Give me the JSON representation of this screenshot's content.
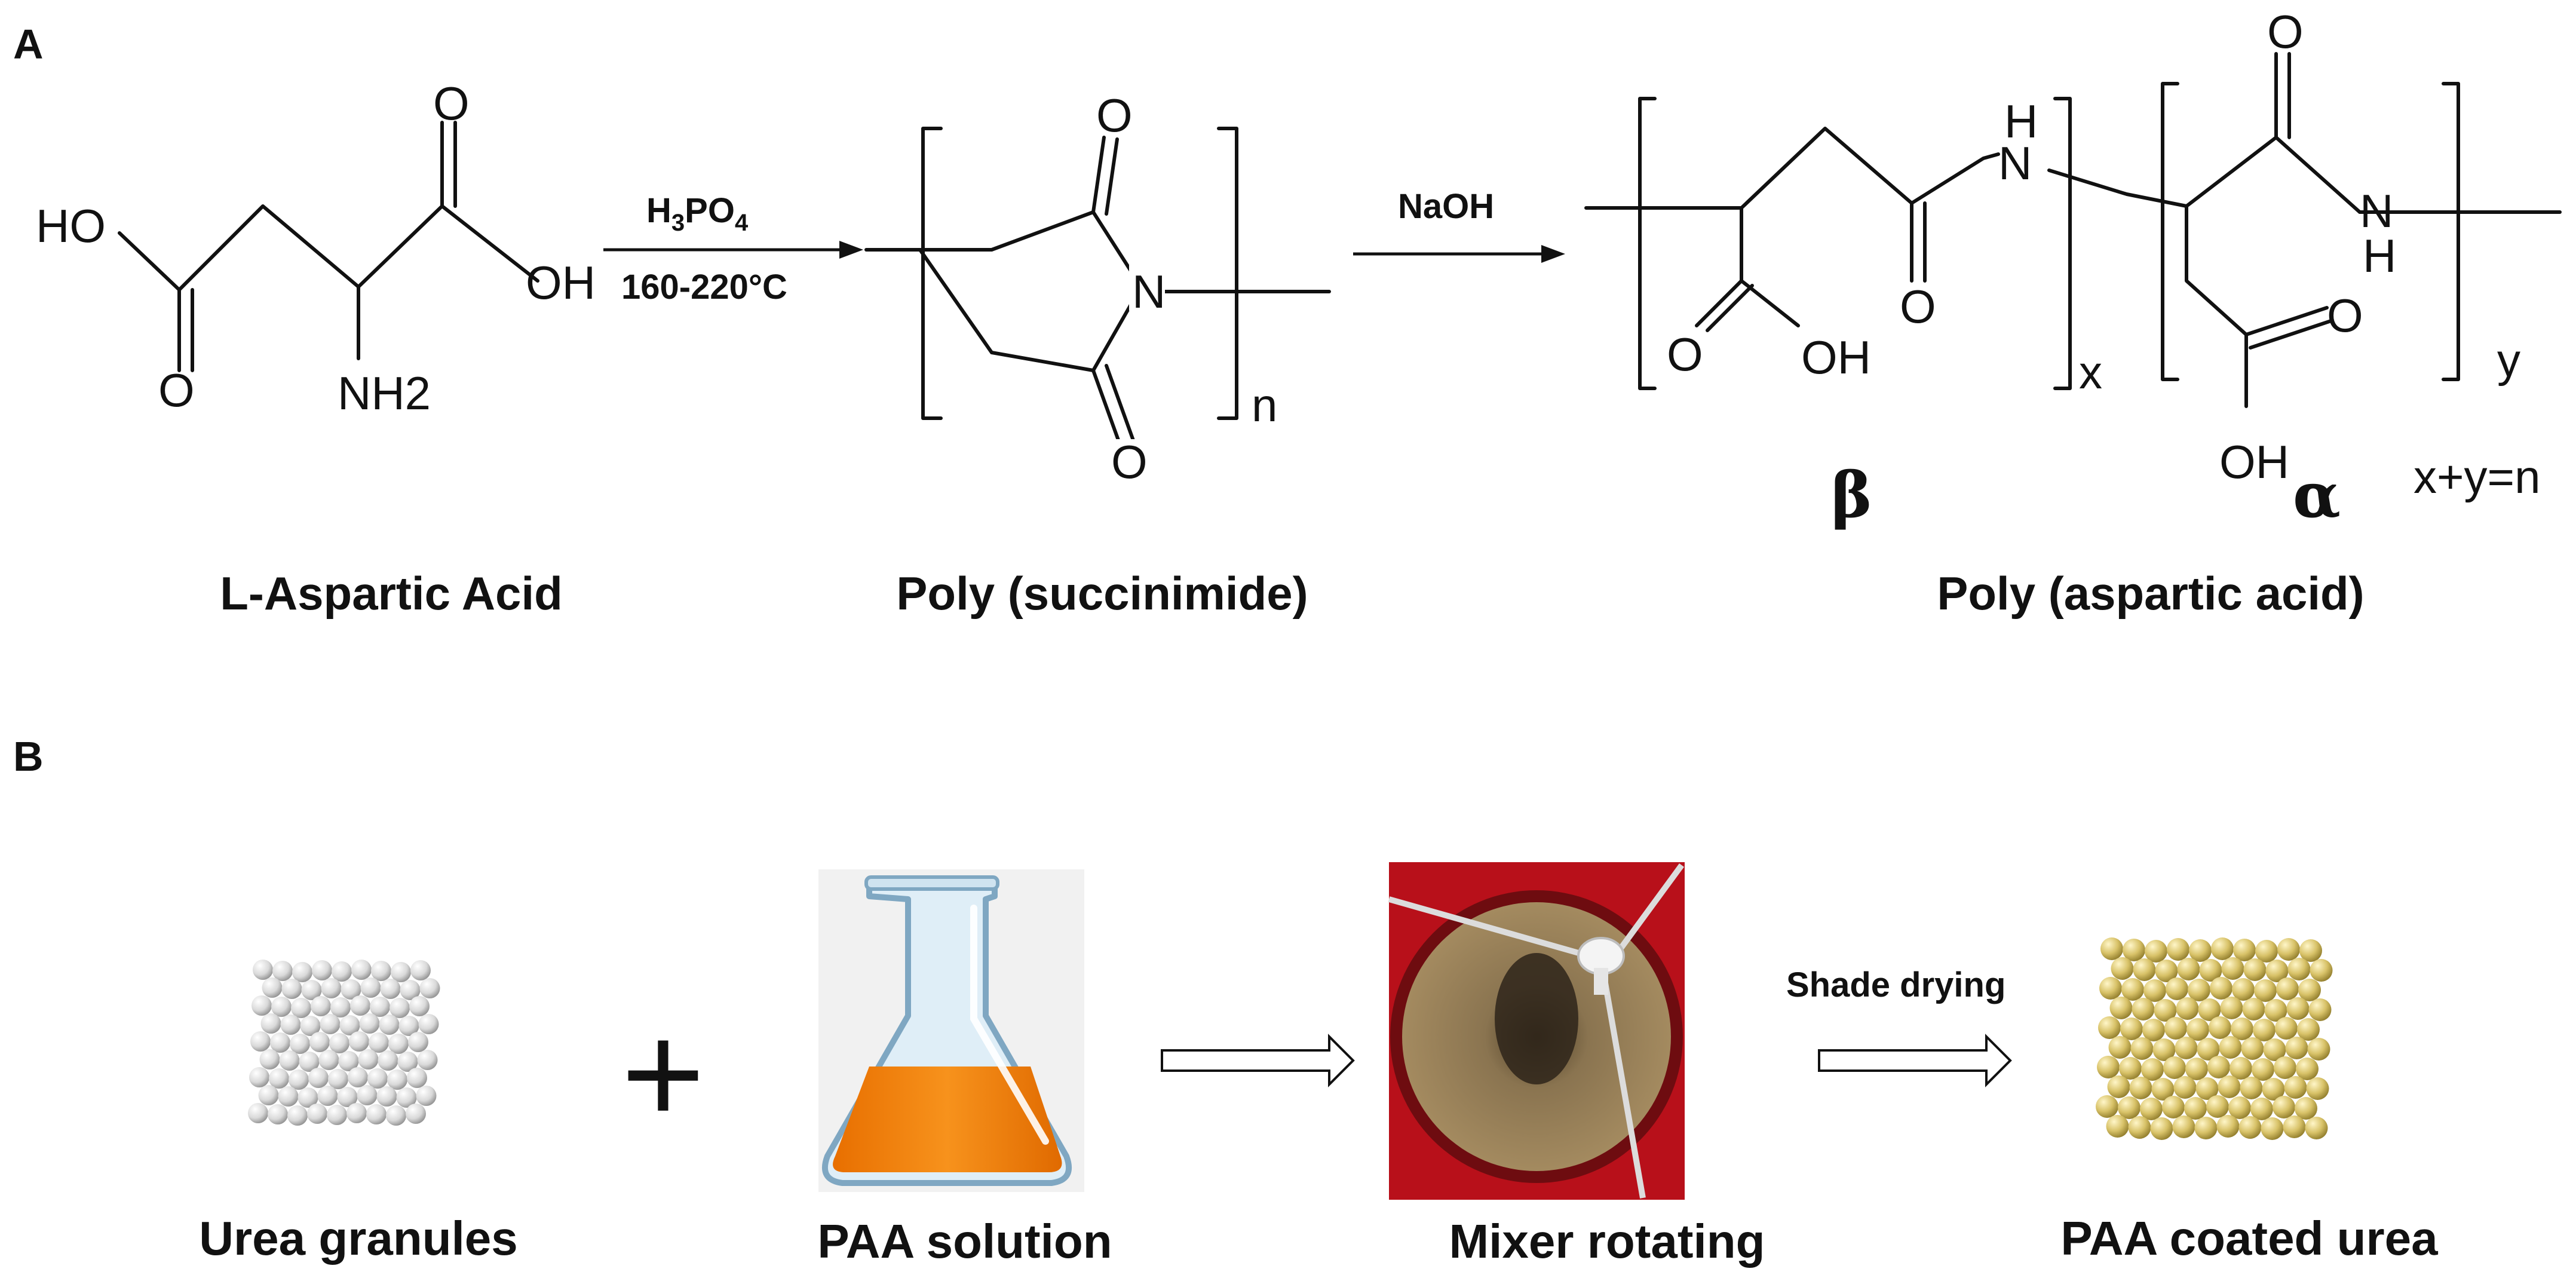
{
  "panels": {
    "a": "A",
    "b": "B"
  },
  "reaction": {
    "step1": {
      "reagent": "H3PO4",
      "conditions": "160-220°C"
    },
    "step2": {
      "reagent": "NaOH"
    },
    "atoms": {
      "ho": "HO",
      "o": "O",
      "oh": "OH",
      "nh2": "NH2",
      "n": "N",
      "nh": "NH",
      "h": "H"
    },
    "indices": {
      "n": "n",
      "x": "x",
      "y": "y",
      "relation": "x+y=n"
    },
    "units": {
      "beta": "β",
      "alpha": "α"
    },
    "names": {
      "aspartic_acid": "L-Aspartic Acid",
      "polysuccinimide": "Poly (succinimide)",
      "polyaspartic_acid": "Poly (aspartic acid)"
    }
  },
  "process": {
    "steps": [
      {
        "label": "Urea granules"
      },
      {
        "label": "PAA solution"
      },
      {
        "label": "Mixer rotating"
      },
      {
        "label": "PAA coated urea"
      }
    ],
    "plus": "+",
    "drying_label": "Shade drying"
  },
  "colors": {
    "ink": "#111111",
    "urea_granule": "#e6e6e6",
    "coated_granule": "#d8c268",
    "paa_solution": "#f07f0c",
    "mixer_drum": "#c0151c",
    "mixer_content": "#8a7450"
  }
}
